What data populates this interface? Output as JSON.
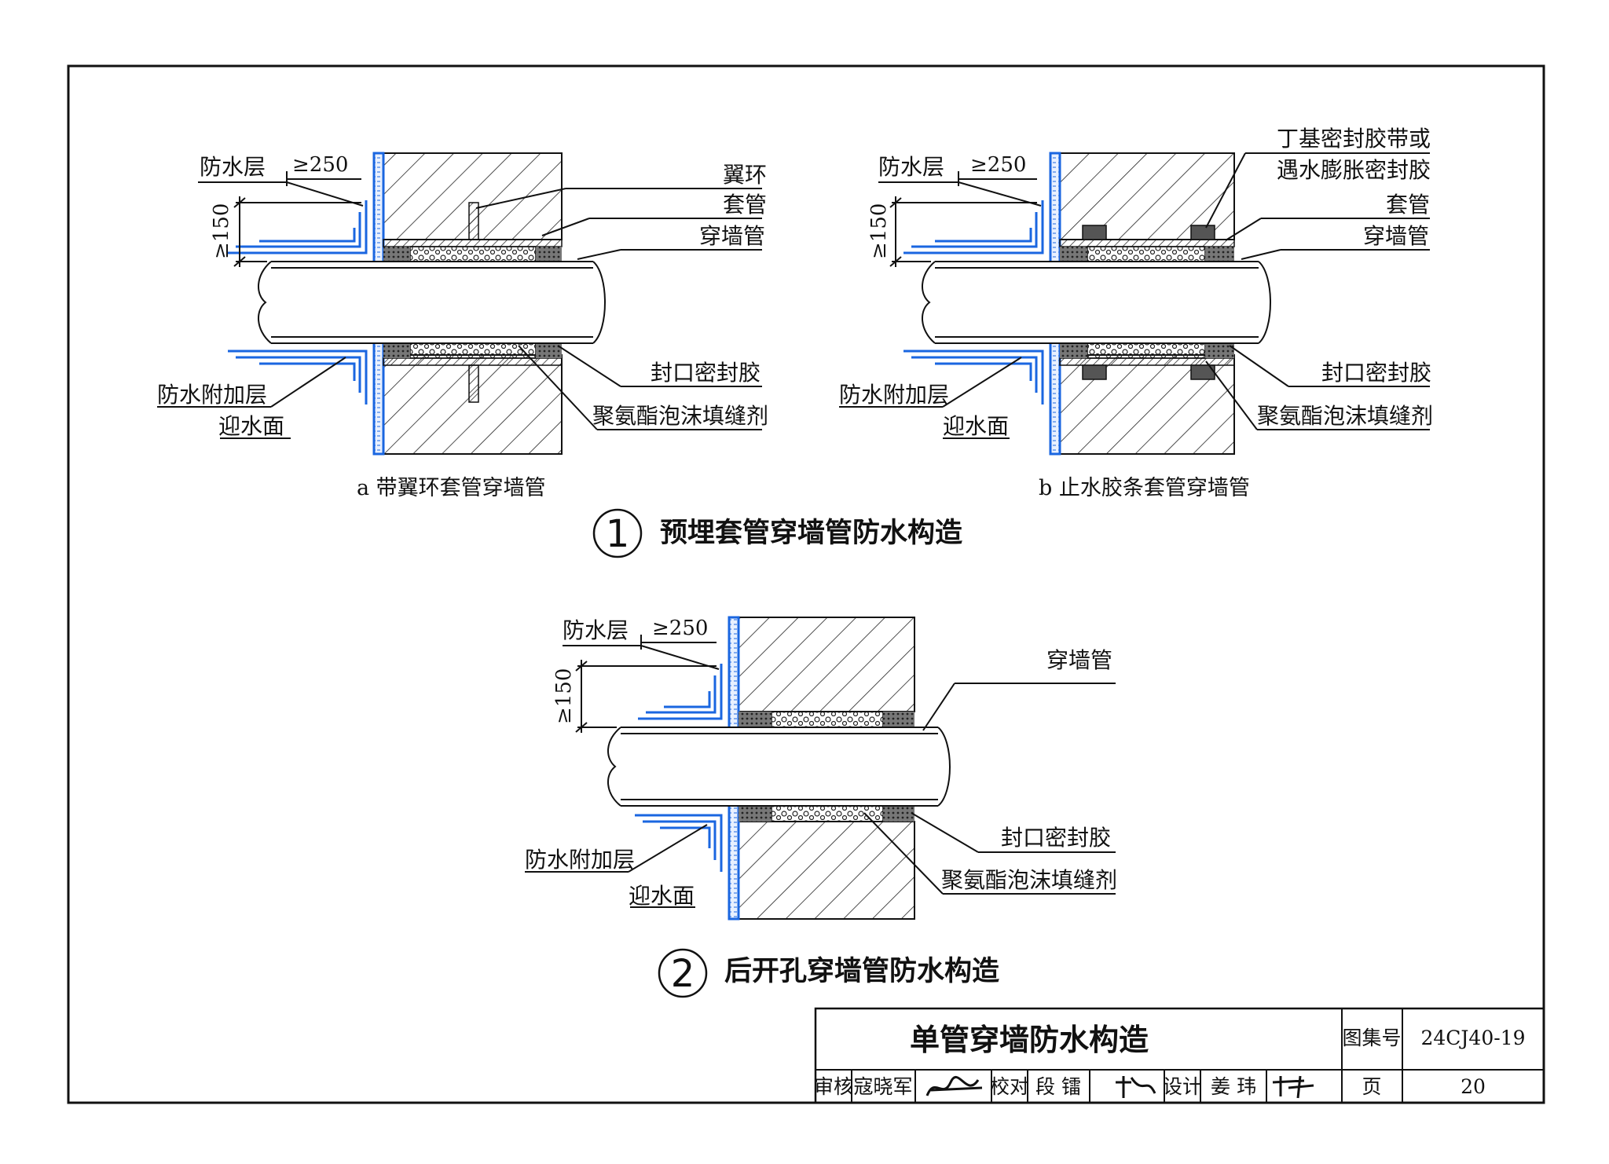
{
  "section1": {
    "number": "1",
    "title": "预埋套管穿墙管防水构造",
    "detail_a": {
      "caption": "a  带翼环套管穿墙管",
      "labels": {
        "waterproof_layer": "防水层",
        "dim_250": "≥250",
        "dim_150": "≥150",
        "wing_ring": "翼环",
        "sleeve": "套管",
        "wall_pipe": "穿墙管",
        "additional_layer": "防水附加层",
        "water_face": "迎水面",
        "sealant": "封口密封胶",
        "pu_foam": "聚氨酯泡沫填缝剂"
      }
    },
    "detail_b": {
      "caption": "b  止水胶条套管穿墙管",
      "labels": {
        "waterproof_layer": "防水层",
        "dim_250": "≥250",
        "dim_150": "≥150",
        "butyl_tape_1": "丁基密封胶带或",
        "butyl_tape_2": "遇水膨胀密封胶",
        "sleeve": "套管",
        "wall_pipe": "穿墙管",
        "additional_layer": "防水附加层",
        "water_face": "迎水面",
        "sealant": "封口密封胶",
        "pu_foam": "聚氨酯泡沫填缝剂"
      }
    }
  },
  "section2": {
    "number": "2",
    "title": "后开孔穿墙管防水构造",
    "labels": {
      "waterproof_layer": "防水层",
      "dim_250": "≥250",
      "dim_150": "≥150",
      "wall_pipe": "穿墙管",
      "additional_layer": "防水附加层",
      "water_face": "迎水面",
      "sealant": "封口密封胶",
      "pu_foam": "聚氨酯泡沫填缝剂"
    }
  },
  "title_block": {
    "drawing_title": "单管穿墙防水构造",
    "atlas_no_label": "图集号",
    "atlas_no": "24CJ40-19",
    "page_label": "页",
    "page_no": "20",
    "review_label": "审核",
    "reviewer": "寇晓军",
    "check_label": "校对",
    "checker": "段 镭",
    "design_label": "设计",
    "designer": "姜 玮"
  },
  "colors": {
    "membrane": "#1a66e0",
    "line": "#111111"
  }
}
